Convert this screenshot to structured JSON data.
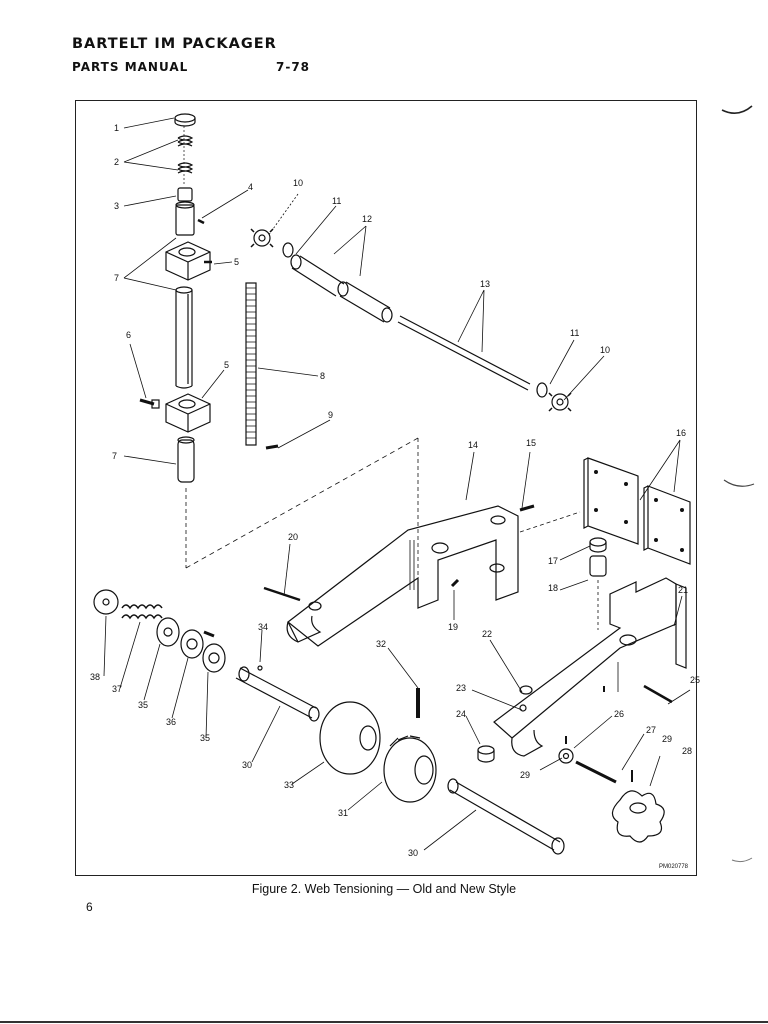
{
  "header": {
    "title": "BARTELT IM PACKAGER",
    "subtitle": "PARTS MANUAL",
    "code": "7-78"
  },
  "figure": {
    "caption": "Figure 2. Web Tensioning — Old and New Style",
    "drawing_code": "PM020778",
    "callouts": [
      "1",
      "2",
      "3",
      "4",
      "5",
      "6",
      "7",
      "8",
      "9",
      "10",
      "11",
      "12",
      "13",
      "14",
      "15",
      "16",
      "17",
      "18",
      "19",
      "20",
      "21",
      "22",
      "23",
      "24",
      "25",
      "26",
      "27",
      "28",
      "29",
      "30",
      "31",
      "32",
      "33",
      "34",
      "35",
      "36",
      "37",
      "38"
    ]
  },
  "page_number": "6"
}
